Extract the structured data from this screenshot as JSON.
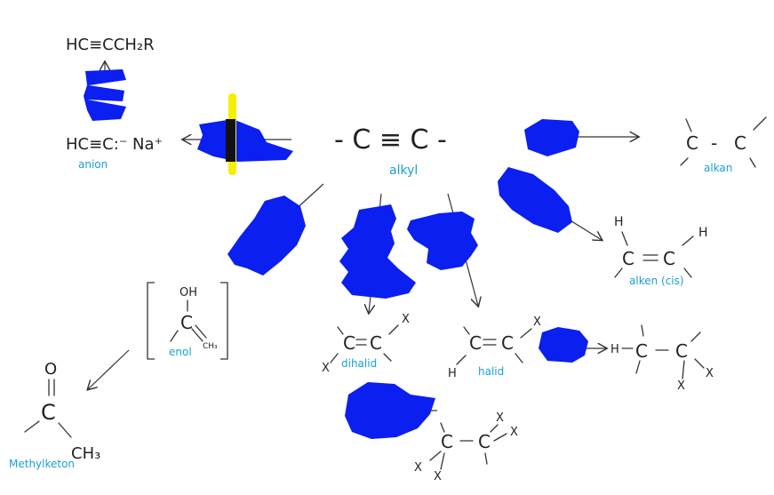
{
  "colors": {
    "ink": "#222222",
    "label": "#1aa0d8",
    "scribble": "#0a1ff0",
    "highlight": "#f4f000"
  },
  "center": {
    "formula": "- C ≡ C -",
    "label": "alkyl"
  },
  "top_left": {
    "formula": "HC≡CCH₂R"
  },
  "anion": {
    "formula": "HC≡C:⁻ Na⁺",
    "label": "anion"
  },
  "alkan": {
    "left_c": "C",
    "right_c": "C",
    "dash": "-",
    "label": "alkan"
  },
  "alken_cis": {
    "left_c": "C",
    "right_c": "C",
    "h_left": "H",
    "h_right": "H",
    "label": "alken (cis)"
  },
  "enol": {
    "oh": "OH",
    "c": "C",
    "ch3": "CH₃",
    "label": "enol"
  },
  "methylketon": {
    "o": "O",
    "c": "C",
    "ch3": "CH₃",
    "label": "Methylketon"
  },
  "dihalid": {
    "left_c": "C",
    "right_c": "C",
    "x_top": "X",
    "x_bottom": "X",
    "label": "dihalid"
  },
  "halid": {
    "left_c": "C",
    "right_c": "C",
    "x": "X",
    "h": "H",
    "label": "halid"
  },
  "gem_dihalo": {
    "h": "H",
    "left_c": "C",
    "right_c": "C",
    "x_right": "X",
    "x_bottom": "X"
  },
  "tetrahalo": {
    "left_c": "C",
    "right_c": "C",
    "x1": "X",
    "x2": "X",
    "x3": "X",
    "x4": "X"
  }
}
